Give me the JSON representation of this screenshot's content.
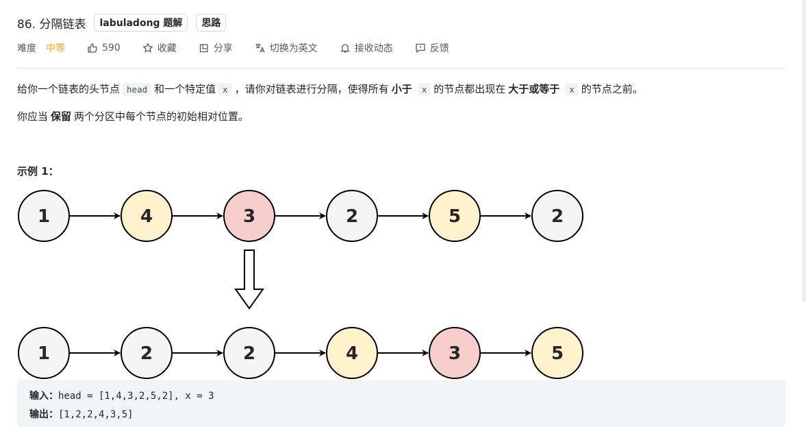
{
  "problem": {
    "title": "86. 分隔链表",
    "tags": [
      "labuladong 题解",
      "思路"
    ]
  },
  "meta": {
    "difficulty_label": "难度",
    "difficulty_value": "中等",
    "likes": "590",
    "favorite": "收藏",
    "share": "分享",
    "switch_lang": "切换为英文",
    "notifications": "接收动态",
    "feedback": "反馈",
    "colors": {
      "difficulty": "#ffa116"
    }
  },
  "description": {
    "p1": {
      "t1": "给你一个链表的头节点",
      "c1": "head",
      "t2": "和一个特定值",
      "c2": "x",
      "t3": "，请你对链表进行分隔，使得所有",
      "b1": "小于",
      "c3": "x",
      "t4": "的节点都出现在",
      "b2": "大于或等于",
      "c4": "x",
      "t5": "的节点之前。"
    },
    "p2": {
      "t1": "你应当",
      "b1": "保留",
      "t2": "两个分区中每个节点的初始相对位置。"
    }
  },
  "example": {
    "title": "示例 1：",
    "before_nodes": [
      "1",
      "4",
      "3",
      "2",
      "5",
      "2"
    ],
    "before_colors": [
      "#f5f5f5",
      "#fff2cc",
      "#f8cecc",
      "#f5f5f5",
      "#fff2cc",
      "#f5f5f5"
    ],
    "after_nodes": [
      "1",
      "2",
      "2",
      "4",
      "3",
      "5"
    ],
    "after_colors": [
      "#f5f5f5",
      "#f5f5f5",
      "#f5f5f5",
      "#fff2cc",
      "#f8cecc",
      "#fff2cc"
    ],
    "input_label": "输入：",
    "input_value": "head = [1,4,3,2,5,2], x = 3",
    "output_label": "输出：",
    "output_value": "[1,2,2,4,3,5]"
  }
}
